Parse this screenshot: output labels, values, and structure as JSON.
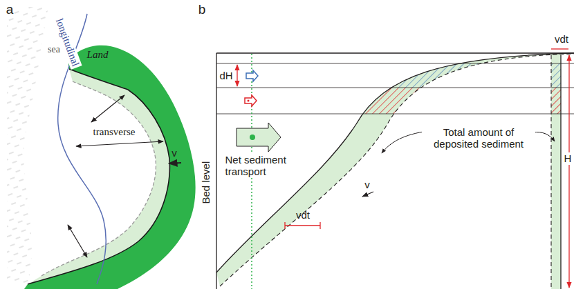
{
  "diagram": {
    "labels": [
      "a",
      "b",
      "Land",
      "sea",
      "longitudinal",
      "transverse",
      "v",
      "vdt",
      "dH",
      "Net sediment transport",
      "Total amount of deposited sediment",
      "v",
      "vdt",
      "Bed level",
      "H"
    ]
  }
}
